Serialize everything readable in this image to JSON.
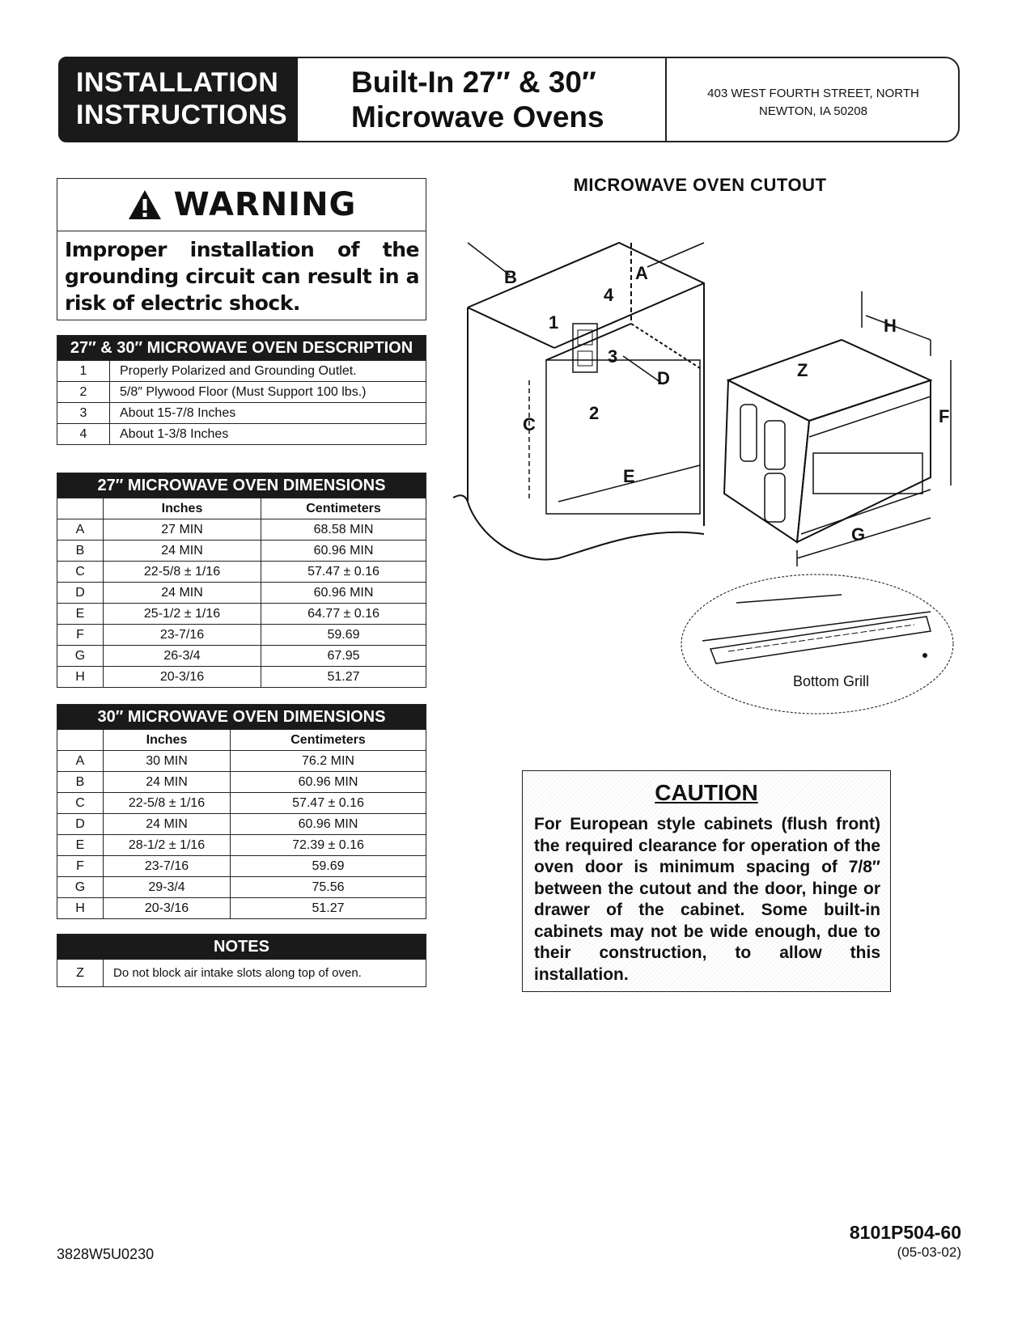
{
  "header": {
    "badge_line1": "INSTALLATION",
    "badge_line2": "INSTRUCTIONS",
    "title_line1": "Built-In 27″ & 30″",
    "title_line2": "Microwave Ovens",
    "address_line1": "403 WEST FOURTH STREET, NORTH",
    "address_line2": "NEWTON, IA 50208"
  },
  "warning": {
    "title": "WARNING",
    "text": "Improper installation of the grounding circuit can result in a risk of electric shock."
  },
  "description_table": {
    "title": "27″ & 30″ MICROWAVE OVEN DESCRIPTION",
    "rows": [
      {
        "num": "1",
        "text": "Properly Polarized and Grounding Outlet."
      },
      {
        "num": "2",
        "text": "5/8″ Plywood Floor (Must Support 100 lbs.)"
      },
      {
        "num": "3",
        "text": "About 15-7/8 Inches"
      },
      {
        "num": "4",
        "text": "About 1-3/8 Inches"
      }
    ]
  },
  "dims27": {
    "title": "27″ MICROWAVE OVEN DIMENSIONS",
    "col_inches": "Inches",
    "col_cm": "Centimeters",
    "rows": [
      {
        "key": "A",
        "in": "27 MIN",
        "cm": "68.58 MIN"
      },
      {
        "key": "B",
        "in": "24 MIN",
        "cm": "60.96 MIN"
      },
      {
        "key": "C",
        "in": "22-5/8 ± 1/16",
        "cm": "57.47 ± 0.16"
      },
      {
        "key": "D",
        "in": "24 MIN",
        "cm": "60.96 MIN"
      },
      {
        "key": "E",
        "in": "25-1/2 ± 1/16",
        "cm": "64.77 ± 0.16"
      },
      {
        "key": "F",
        "in": "23-7/16",
        "cm": "59.69"
      },
      {
        "key": "G",
        "in": "26-3/4",
        "cm": "67.95"
      },
      {
        "key": "H",
        "in": "20-3/16",
        "cm": "51.27"
      }
    ]
  },
  "dims30": {
    "title": "30″ MICROWAVE OVEN DIMENSIONS",
    "col_inches": "Inches",
    "col_cm": "Centimeters",
    "rows": [
      {
        "key": "A",
        "in": "30 MIN",
        "cm": "76.2 MIN"
      },
      {
        "key": "B",
        "in": "24 MIN",
        "cm": "60.96 MIN"
      },
      {
        "key": "C",
        "in": "22-5/8 ± 1/16",
        "cm": "57.47 ± 0.16"
      },
      {
        "key": "D",
        "in": "24 MIN",
        "cm": "60.96 MIN"
      },
      {
        "key": "E",
        "in": "28-1/2 ± 1/16",
        "cm": "72.39 ± 0.16"
      },
      {
        "key": "F",
        "in": "23-7/16",
        "cm": "59.69"
      },
      {
        "key": "G",
        "in": "29-3/4",
        "cm": "75.56"
      },
      {
        "key": "H",
        "in": "20-3/16",
        "cm": "51.27"
      }
    ]
  },
  "notes": {
    "title": "NOTES",
    "rows": [
      {
        "key": "Z",
        "text": "Do not block air intake slots along top of oven."
      }
    ]
  },
  "diagram": {
    "title": "MICROWAVE OVEN CUTOUT",
    "labels": {
      "A": "A",
      "B": "B",
      "C": "C",
      "D": "D",
      "E": "E",
      "F": "F",
      "G": "G",
      "H": "H",
      "Z": "Z",
      "n1": "1",
      "n2": "2",
      "n3": "3",
      "n4": "4"
    },
    "grill_label": "Bottom Grill"
  },
  "caution": {
    "title": "CAUTION",
    "text": "For European style cabinets (flush front) the required clearance for operation of the oven door is minimum spacing of 7/8″ between the cutout and the door, hinge or drawer of the cabinet. Some built-in cabinets may not be wide enough, due to their construction, to allow this installation."
  },
  "footer": {
    "doc_number": "3828W5U0230",
    "part_code": "8101P504-60",
    "date": "(05-03-02)"
  }
}
